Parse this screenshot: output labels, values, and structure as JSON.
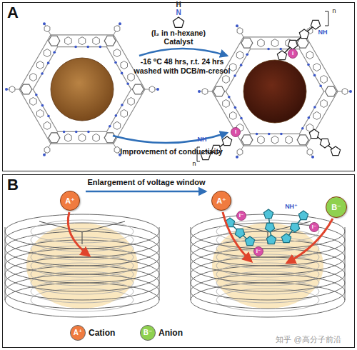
{
  "diagram": {
    "nodes": [
      {
        "text": [
          "A"
        ]
      },
      {
        "text": [
          "B"
        ]
      },
      {
        "text": [
          "A⁺"
        ],
        "in": 1
      },
      {
        "text": [
          "A⁺"
        ],
        "in": 1
      },
      {
        "text": [
          "B⁻"
        ],
        "in": 1
      }
    ],
    "labels": [
      "H",
      "N",
      "(I₂ in n-hexane)",
      "Catalyst",
      "-16 ⁰C 48 hrs, r.t. 24 hrs",
      "washed with DCB/m-cresol",
      "Improvement of conductivity",
      "Enlargement of voltage window",
      "NH",
      "I",
      "n",
      "NH",
      "I",
      "n",
      "NH⁺",
      "I⁻",
      "I⁻",
      "I⁻",
      "A⁺",
      "B⁻",
      "知乎 @高分子前沿"
    ],
    "legend": [
      {
        "text": "Cation",
        "color": "#f07b3f"
      },
      {
        "text": "Anion",
        "color": "#8fd14f"
      }
    ]
  }
}
